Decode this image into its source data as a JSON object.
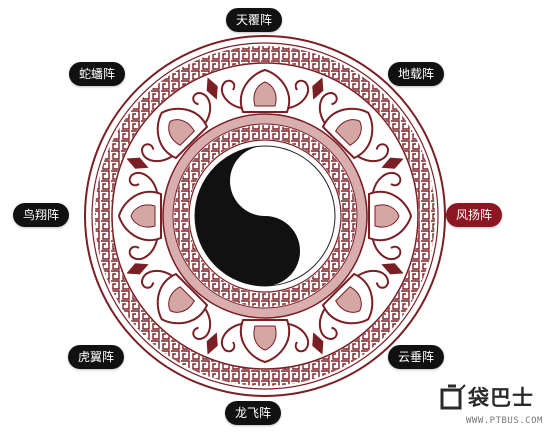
{
  "theme": {
    "accent": "#8c1622",
    "pill_bg": "#111111",
    "ornament": "#7a1f24",
    "ornament_fill": "#d4a7a5"
  },
  "formations": [
    {
      "label": "天覆阵",
      "active": false
    },
    {
      "label": "地载阵",
      "active": false
    },
    {
      "label": "风扬阵",
      "active": true
    },
    {
      "label": "云垂阵",
      "active": false
    },
    {
      "label": "龙飞阵",
      "active": false
    },
    {
      "label": "虎翼阵",
      "active": false
    },
    {
      "label": "鸟翔阵",
      "active": false
    },
    {
      "label": "蛇蟠阵",
      "active": false
    }
  ],
  "watermark": {
    "title": "袋巴士",
    "url": "WWW.PTBUS.COM",
    "icon": "pocket-logo-icon"
  },
  "center": {
    "icon": "yin-yang-icon"
  }
}
